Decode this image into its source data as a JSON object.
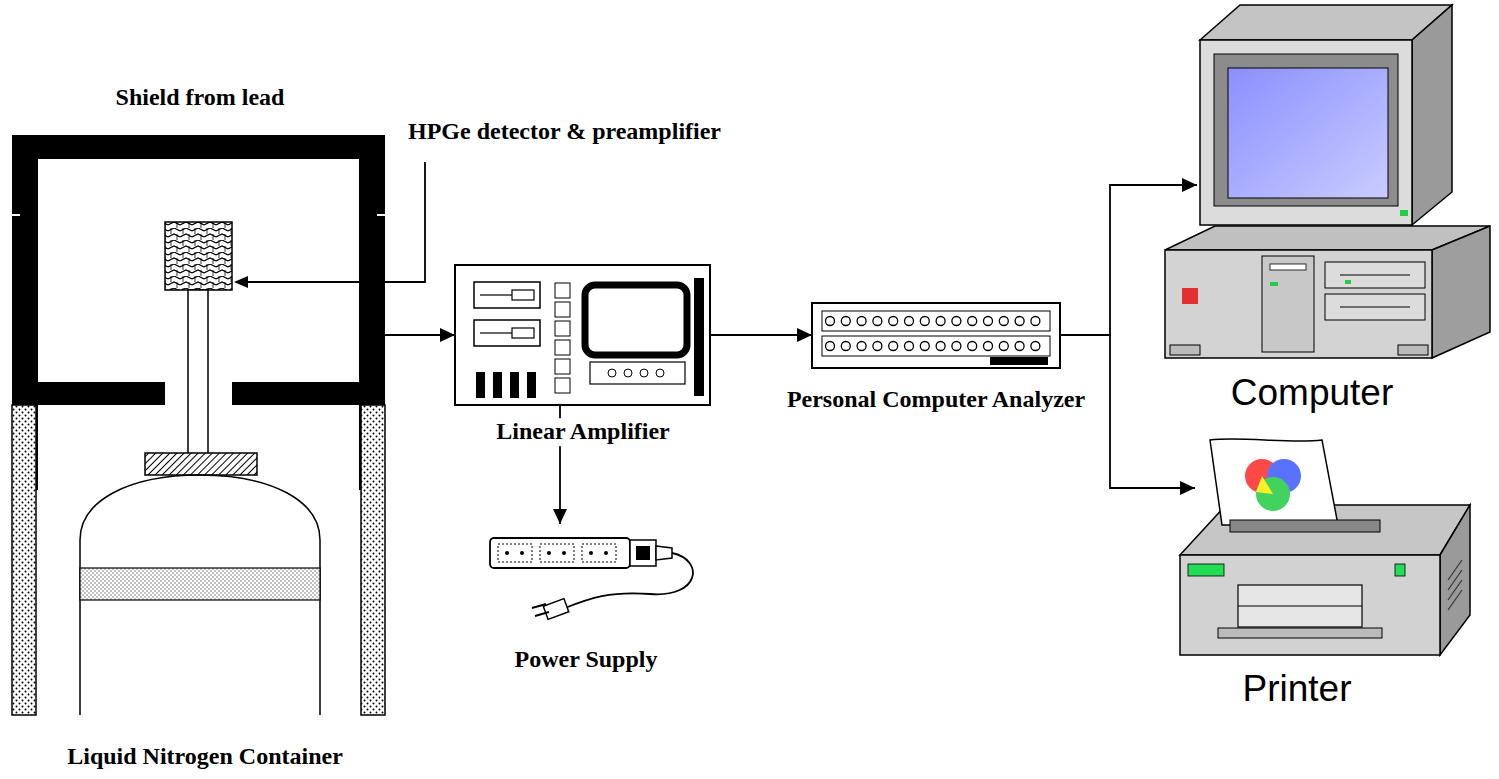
{
  "diagram": {
    "nodes": [
      {
        "text": [
          "Shield from lead"
        ]
      },
      {
        "text": [
          "Linear Amplifier"
        ]
      },
      {
        "text": [
          "Personal Computer Analyzer"
        ]
      },
      {
        "text": [
          "Computer"
        ]
      },
      {
        "text": [
          "Printer"
        ]
      },
      {
        "text": [
          "Power Supply"
        ]
      },
      {
        "text": [
          "Liquid Nitrogen Container"
        ]
      }
    ],
    "edges": [
      {
        "from": 0,
        "to": 1,
        "arrow": "to"
      },
      {
        "from": 1,
        "to": 2,
        "arrow": "to"
      },
      {
        "from": 2,
        "to": 3,
        "arrow": "to"
      },
      {
        "from": 2,
        "to": 4,
        "arrow": "to"
      },
      {
        "from": 1,
        "to": 5,
        "arrow": "to"
      }
    ],
    "labels": [
      "HPGe detector & preamplifier"
    ]
  }
}
